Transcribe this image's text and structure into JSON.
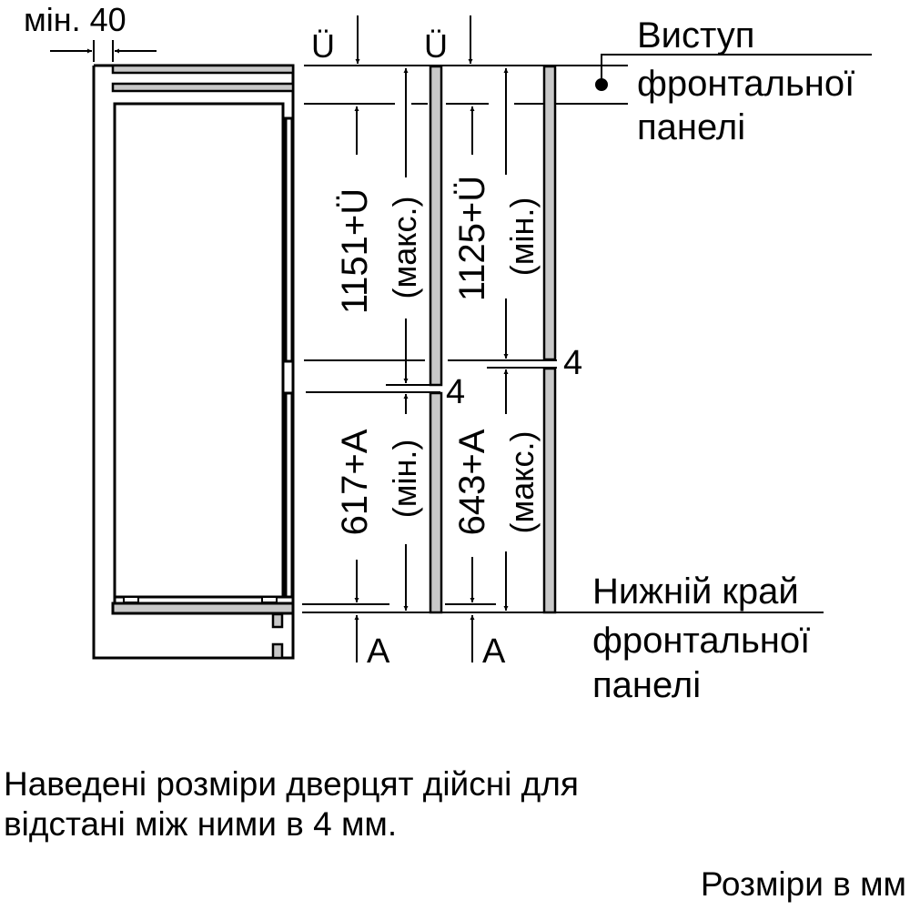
{
  "diagram": {
    "type": "built-in fridge-freezer door panel installation dimensions",
    "min_gap": {
      "prefix": "мін.",
      "value": "40"
    },
    "top_markers": [
      "Ü",
      "Ü"
    ],
    "upper_door": {
      "left": {
        "dimension": "1151+Ü",
        "qualifier": "(макс.)"
      },
      "right": {
        "dimension": "1125+Ü",
        "qualifier": "(мін.)"
      }
    },
    "gap_labels": [
      "4",
      "4"
    ],
    "lower_door": {
      "left": {
        "dimension": "617+A",
        "qualifier": "(мін.)"
      },
      "right": {
        "dimension": "643+A",
        "qualifier": "(макс.)"
      }
    },
    "bottom_markers": [
      "A",
      "A"
    ],
    "callout_top": {
      "lines": [
        "Виступ",
        "фронтальної",
        "панелі"
      ]
    },
    "callout_bottom": {
      "lines": [
        "Нижній край",
        "фронтальної",
        "панелі"
      ]
    },
    "colors": {
      "line": "#000000",
      "panel_fill": "#c8c8c8",
      "background": "#ffffff"
    }
  },
  "footnote": {
    "lines": [
      "Наведені розміри дверцят дійсні для",
      "відстані між ними в 4 мм."
    ]
  },
  "units": "Розміри в мм"
}
